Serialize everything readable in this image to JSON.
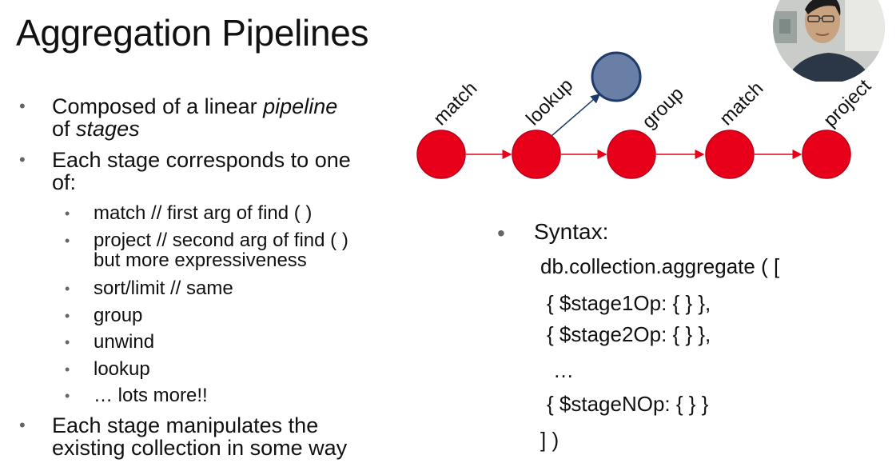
{
  "slide": {
    "title": "Aggregation Pipelines"
  },
  "bullets": {
    "b1_pre": "Composed of a linear ",
    "b1_pipeline": "pipeline",
    "b1_of": "of ",
    "b1_stages": "stages",
    "b2_line1": "Each stage corresponds to one",
    "b2_line2": "of:",
    "sub": [
      "match // first arg of find ( )",
      "project // second arg of find ( )",
      "but more expressiveness",
      "sort/limit // same",
      "group",
      "unwind",
      "lookup",
      "… lots more!!"
    ],
    "b3_line1": "Each stage manipulates the",
    "b3_line2": "existing collection in some way"
  },
  "pipeline": {
    "stages": [
      "match",
      "lookup",
      "group",
      "match",
      "project"
    ],
    "stage_color": "#e8001b",
    "lookup_node_color": "#6a7fa6",
    "arrow_color_main": "#e8001b",
    "arrow_color_lookup": "#1f3b6b"
  },
  "syntax": {
    "label": "Syntax:",
    "lines": [
      "db.collection.aggregate ( [",
      "{ $stage1Op: { } },",
      "{ $stage2Op: { } },",
      "…",
      "{ $stageNOp: { } }",
      "] )"
    ]
  }
}
